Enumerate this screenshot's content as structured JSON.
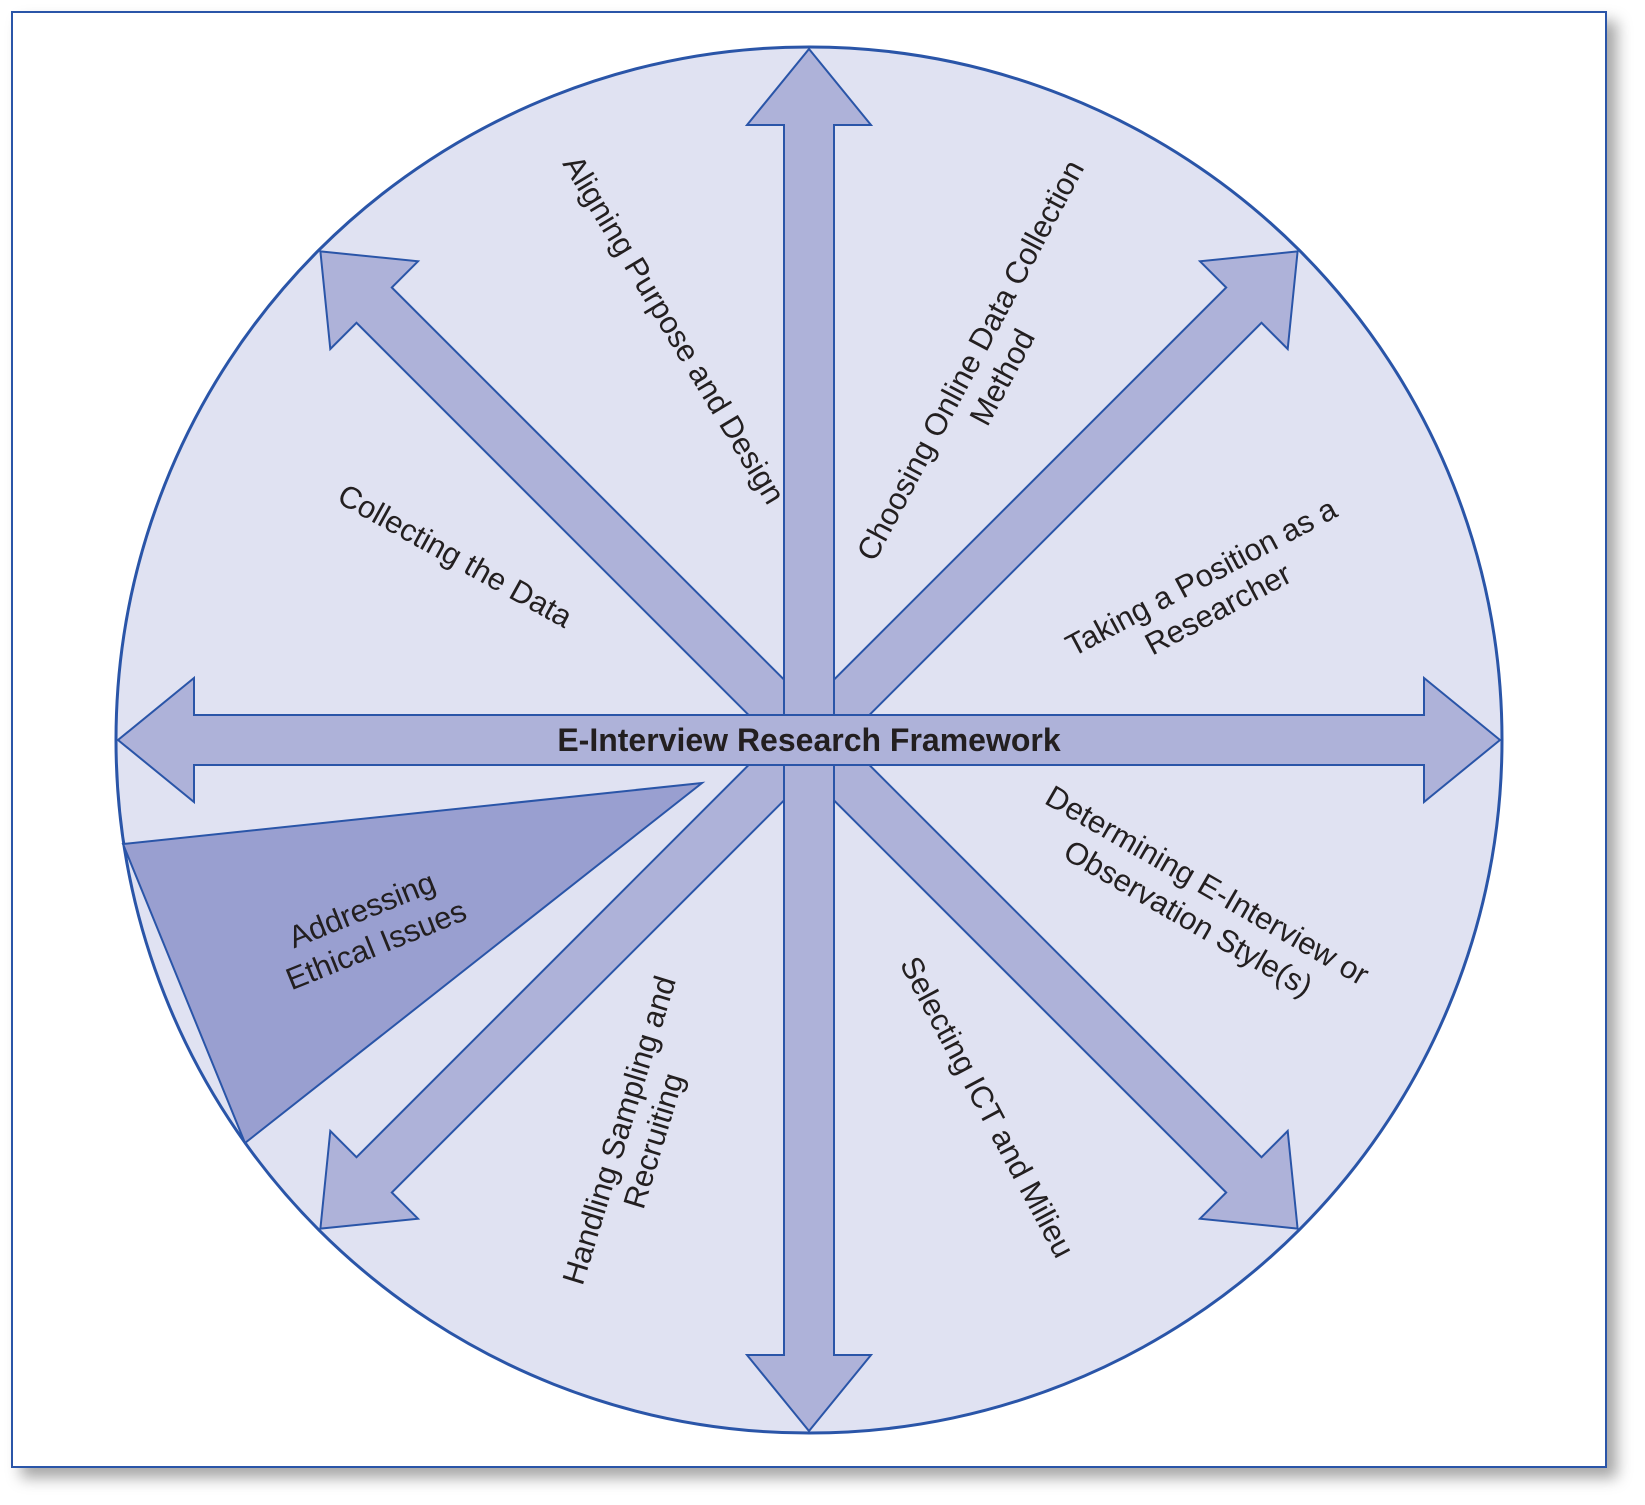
{
  "diagram": {
    "title": "E-Interview Research Framework",
    "colors": {
      "circle_fill": "#e0e2f2",
      "arrow_fill": "#aeb2d9",
      "highlight_fill": "#999fd0",
      "stroke": "#2a55a8",
      "text": "#231f20"
    },
    "highlighted_segment": "Addressing Ethical Issues",
    "segments": [
      {
        "id": "aligning",
        "lines": [
          "Aligning Purpose and Design"
        ]
      },
      {
        "id": "choosing",
        "lines": [
          "Choosing Online Data Collection",
          "Method"
        ]
      },
      {
        "id": "taking",
        "lines": [
          "Taking a Position as a",
          "Researcher"
        ]
      },
      {
        "id": "determining",
        "lines": [
          "Determining E-Interview or",
          "Observation Style(s)"
        ]
      },
      {
        "id": "selecting",
        "lines": [
          "Selecting ICT and Milieu"
        ]
      },
      {
        "id": "handling",
        "lines": [
          "Handling Sampling and",
          "Recruiting"
        ]
      },
      {
        "id": "addressing",
        "lines": [
          "Addressing",
          "Ethical Issues"
        ]
      },
      {
        "id": "collecting",
        "lines": [
          "Collecting the Data"
        ]
      }
    ]
  }
}
